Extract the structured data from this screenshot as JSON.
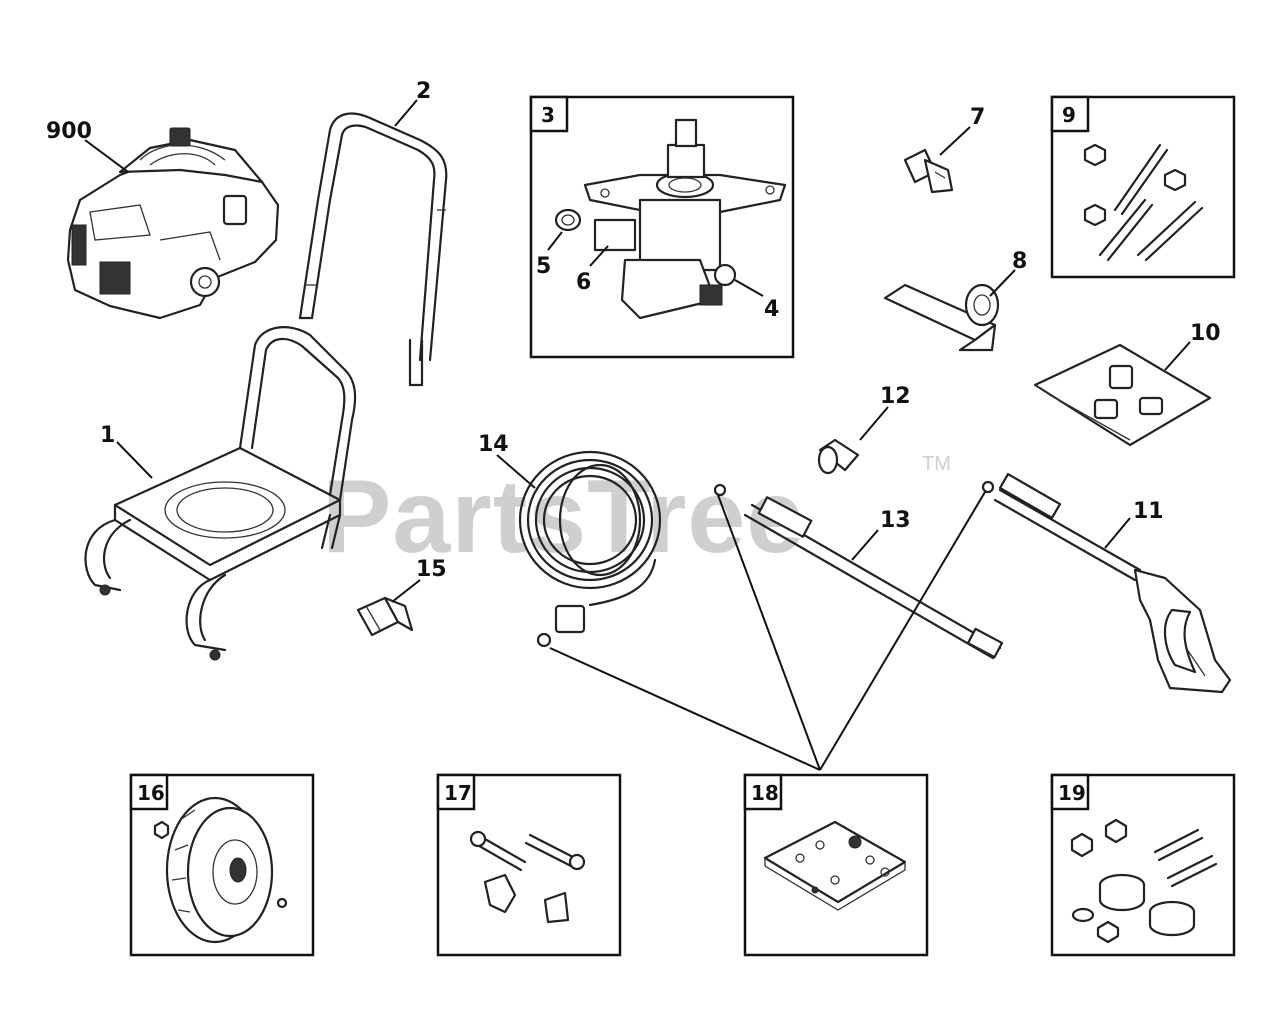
{
  "watermark": {
    "brand": "PartsTree",
    "trademark": "TM"
  },
  "callouts": {
    "c900": "900",
    "c1": "1",
    "c2": "2",
    "c4": "4",
    "c5": "5",
    "c6": "6",
    "c7": "7",
    "c8": "8",
    "c10": "10",
    "c11": "11",
    "c12": "12",
    "c13": "13",
    "c14": "14",
    "c15": "15"
  },
  "boxes": {
    "b3": "3",
    "b9": "9",
    "b16": "16",
    "b17": "17",
    "b18": "18",
    "b19": "19"
  }
}
